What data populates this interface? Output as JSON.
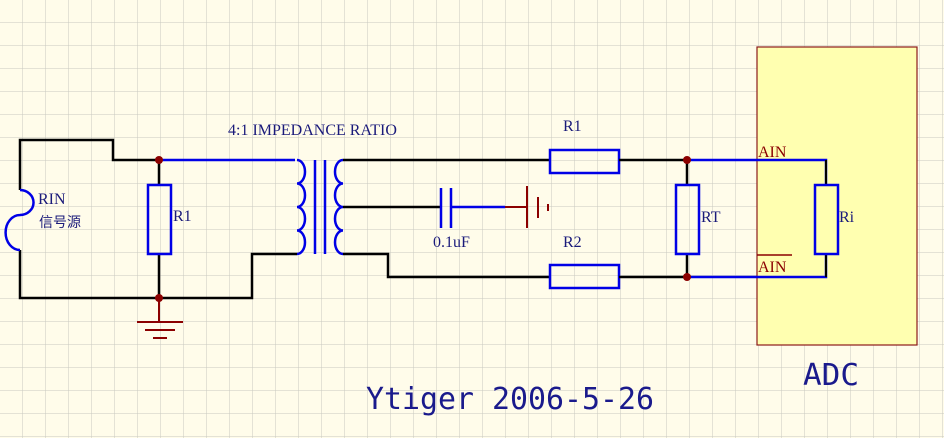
{
  "labels": {
    "source_name": "RIN",
    "source_desc": "信号源",
    "r1_shunt": "R1",
    "ratio": "4:1  IMPEDANCE RATIO",
    "r1_series": "R1",
    "r2_series": "R2",
    "capacitor": "0.1uF",
    "rt": "RT",
    "ri": "Ri",
    "ain": "AIN",
    "ain_bar": "AIN",
    "adc": "ADC",
    "signature": "Ytiger 2006-5-26"
  },
  "colors": {
    "wire": "#0000e6",
    "junction": "#8b0000",
    "ground": "#8b0000",
    "adc_fill": "#ffffb0",
    "text": "#1a1a7a"
  }
}
